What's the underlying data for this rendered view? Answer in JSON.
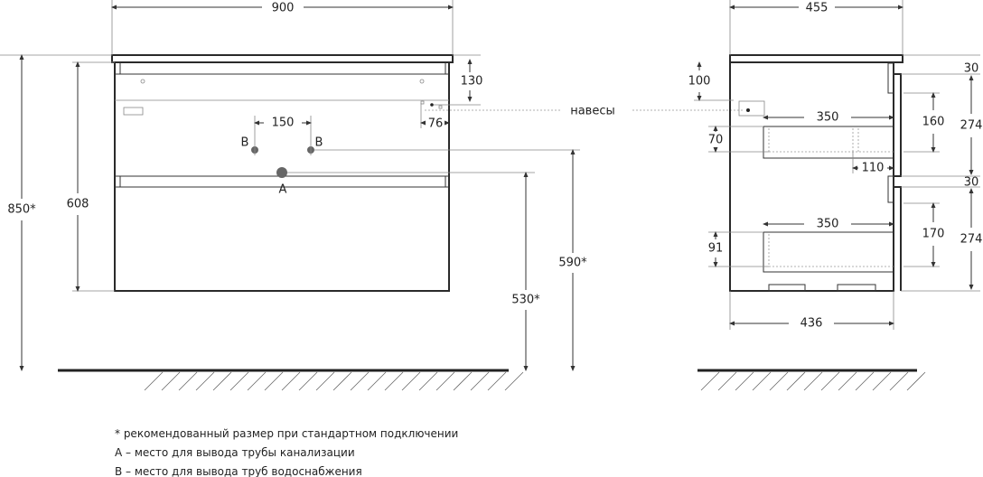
{
  "front_view": {
    "width": "900",
    "height_608": "608",
    "total_height": "850*",
    "dim_130": "130",
    "dim_76": "76",
    "dim_150": "150",
    "label_b_left": "B",
    "label_b_right": "B",
    "label_a": "A",
    "dim_530": "530*",
    "dim_590": "590*"
  },
  "hinges_label": "навесы",
  "side_view": {
    "depth_455": "455",
    "depth_436": "436",
    "dim_100": "100",
    "dim_70": "70",
    "dim_91": "91",
    "dim_350_top": "350",
    "dim_350_bottom": "350",
    "dim_110": "110",
    "dim_160": "160",
    "dim_170": "170",
    "dim_30_top": "30",
    "dim_274_top": "274",
    "dim_30_mid": "30",
    "dim_274_bottom": "274"
  },
  "notes": [
    "* рекомендованный размер при стандартном подключении",
    "A – место для вывода трубы канализации",
    "B – место для вывода труб водоснабжения"
  ]
}
